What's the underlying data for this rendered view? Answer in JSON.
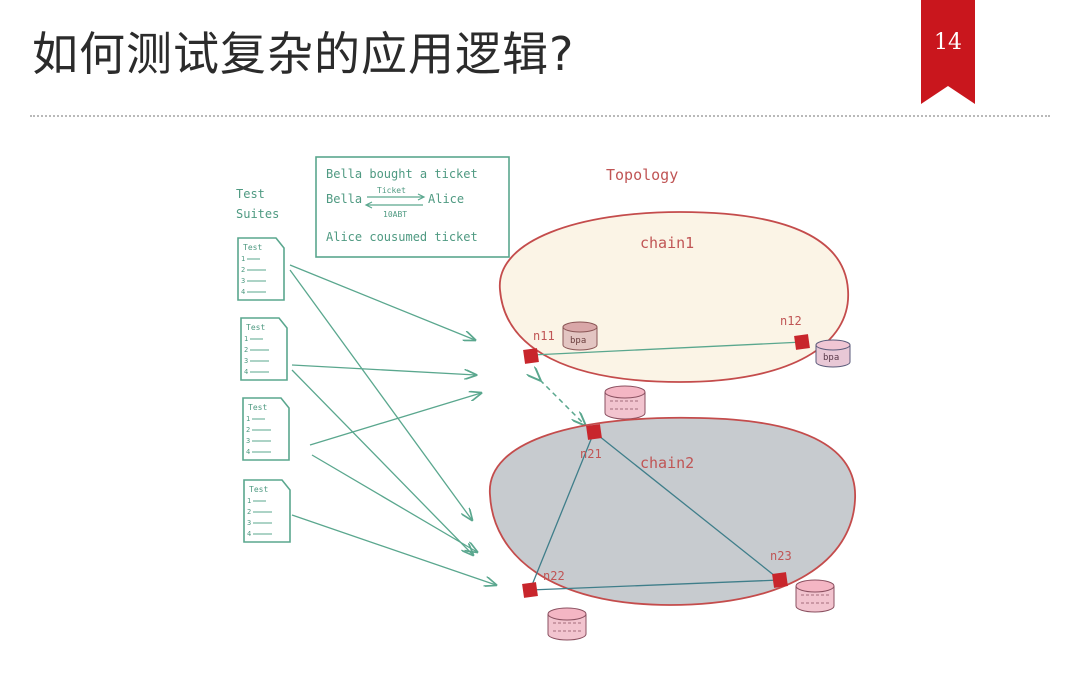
{
  "slide": {
    "title": "如何测试复杂的应用逻辑?",
    "page_number": "14"
  },
  "colors": {
    "ribbon": "#c9161d",
    "arrow": "#5aa78e",
    "chain_outline": "#c44c4c",
    "chain1_fill": "#fbf4e6",
    "chain2_fill": "#c7cbcf",
    "node": "#c8262c",
    "db_fill": "#f2c4cf"
  },
  "diagram": {
    "test_suites_label": [
      "Test",
      "Suites"
    ],
    "test_doc_header": "Test",
    "test_doc_items": [
      "1",
      "2",
      "3",
      "4"
    ],
    "story": {
      "line1": "Bella bought a ticket",
      "from": "Bella",
      "to": "Alice",
      "ticket": "Ticket",
      "payment": "10ABT",
      "line3": "Alice cousumed ticket"
    },
    "topology_label": "Topology",
    "chain1": {
      "label": "chain1",
      "nodes": [
        "n11",
        "n12"
      ],
      "db_label": "bpa"
    },
    "chain2": {
      "label": "chain2",
      "nodes": [
        "n21",
        "n22",
        "n23"
      ]
    }
  }
}
